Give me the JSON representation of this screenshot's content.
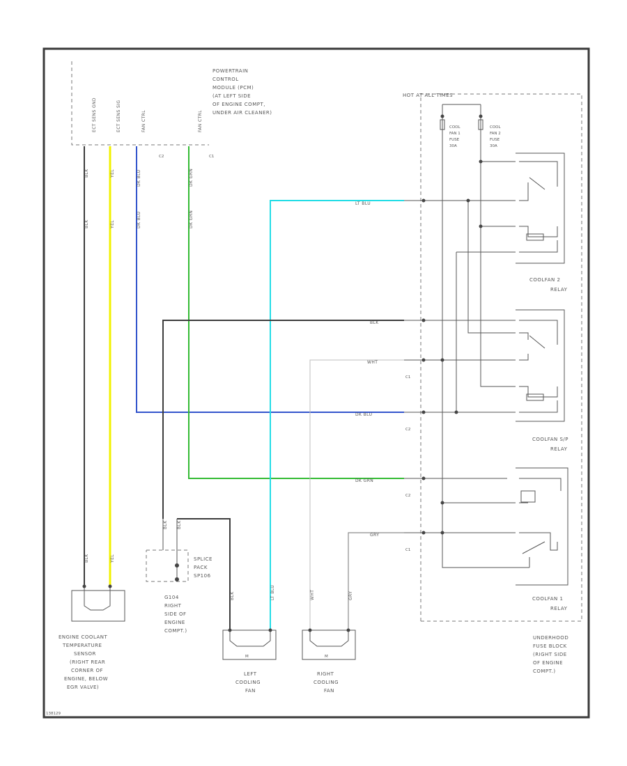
{
  "pcm_pins": [
    "ECT SENS GND",
    "ECT SENS SIG",
    "FAN CTRL",
    "FAN CTRL"
  ],
  "pcm_label": [
    "POWERTRAIN",
    "CONTROL",
    "MODULE (PCM)",
    "(AT LEFT SIDE",
    "OF ENGINE COMPT,",
    "UNDER AIR CLEANER)"
  ],
  "pcm_conn": [
    "C2",
    "C1"
  ],
  "hot_at_all_times": "HOT AT ALL TIMES",
  "fuse1": [
    "COOL",
    "FAN 1",
    "FUSE",
    "30A"
  ],
  "fuse2": [
    "COOL",
    "FAN 2",
    "FUSE",
    "30A"
  ],
  "relay2_label": [
    "COOLFAN 2",
    "RELAY"
  ],
  "relay_sp_label": [
    "COOLFAN S/P",
    "RELAY"
  ],
  "relay1_label": [
    "COOLFAN 1",
    "RELAY"
  ],
  "fuse_block_label": [
    "UNDERHOOD",
    "FUSE BLOCK",
    "(RIGHT SIDE",
    "OF ENGINE",
    "COMPT.)"
  ],
  "wire_labels": {
    "lt_blu": "LT BLU",
    "blk": "BLK",
    "wht": "WHT",
    "dk_blu": "DK BLU",
    "dk_grn": "DK GRN",
    "gry": "GRY"
  },
  "vertical_wire_labels": {
    "blk_top": "BLK",
    "yel_top": "YEL",
    "dkblu_top": "DK BLU",
    "dkgrn_top": "DK GRN",
    "blk_mid": "BLK",
    "yel_mid": "YEL",
    "dkblu_mid": "DK BLU",
    "dkgrn_mid": "DK GRN",
    "blk_low": "BLK",
    "yel_low": "YEL",
    "splice_a": "BLK",
    "splice_b": "BLK",
    "left_fan_blk": "BLK",
    "left_fan_ltblu": "LT BLU",
    "right_fan_wht": "WHT",
    "right_fan_gry": "GRY"
  },
  "connector_ids": [
    "C1",
    "C2",
    "C2",
    "C1"
  ],
  "ect_sensor_label": [
    "ENGINE COOLANT",
    "TEMPERATURE",
    "SENSOR",
    "(RIGHT REAR",
    "CORNER OF",
    "ENGINE, BELOW",
    "EGR VALVE)"
  ],
  "splice_label": [
    "SPLICE",
    "PACK",
    "SP106"
  ],
  "ground_label": [
    "G104",
    "RIGHT",
    "SIDE OF",
    "ENGINE",
    "COMPT.)"
  ],
  "left_fan_label": [
    "LEFT",
    "COOLING",
    "FAN"
  ],
  "right_fan_label": [
    "RIGHT",
    "COOLING",
    "FAN"
  ],
  "footer_code": "138129",
  "colors": {
    "frame": "#3a3a3a",
    "yellow": "#f2f200",
    "dark_blue": "#3355cc",
    "dark_green": "#33bb33",
    "light_blue": "#22dde6",
    "black": "#3c3c3c",
    "white": "#bdbdbd"
  }
}
